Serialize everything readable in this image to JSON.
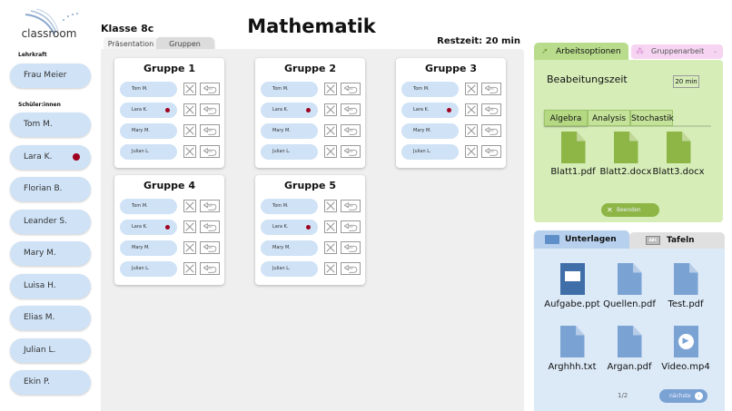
{
  "app": {
    "logo_text": "classroom",
    "class_name": "Klasse 8c",
    "subject": "Mathematik",
    "remaining_time": "Restzeit: 20 min"
  },
  "sidebar": {
    "teacher_label": "Lehrkraft",
    "teacher": "Frau Meier",
    "students_label": "Schüler:innen",
    "students": [
      {
        "name": "Tom M.",
        "alert": false
      },
      {
        "name": "Lara K.",
        "alert": true
      },
      {
        "name": "Florian B.",
        "alert": false
      },
      {
        "name": "Leander S.",
        "alert": false
      },
      {
        "name": "Mary M.",
        "alert": false
      },
      {
        "name": "Luisa H.",
        "alert": false
      },
      {
        "name": "Elias M.",
        "alert": false
      },
      {
        "name": "Julian L.",
        "alert": false
      },
      {
        "name": "Ekin P.",
        "alert": false
      }
    ]
  },
  "main_tabs": [
    "Präsentation",
    "Gruppen"
  ],
  "groups": [
    {
      "title": "Gruppe 1",
      "members": [
        "Tom M.",
        "Lara K.",
        "Mary M.",
        "Julian L."
      ]
    },
    {
      "title": "Gruppe 2",
      "members": [
        "Tom M.",
        "Lara K.",
        "Mary M.",
        "Julian L."
      ]
    },
    {
      "title": "Gruppe 3",
      "members": [
        "Tom M.",
        "Lara K.",
        "Mary M.",
        "Julian L."
      ]
    },
    {
      "title": "Gruppe 4",
      "members": [
        "Tom M.",
        "Lara K.",
        "Mary M.",
        "Julian L."
      ]
    },
    {
      "title": "Gruppe 5",
      "members": [
        "Tom M.",
        "Lara K.",
        "Mary M.",
        "Julian L."
      ]
    }
  ],
  "alert_member": "Lara K.",
  "options": {
    "tab": "Arbeitsoptionen",
    "mode": "Gruppenarbeit",
    "time_label": "Beabeitungszeit",
    "time_value": "20 min",
    "subtabs": [
      "Algebra",
      "Analysis",
      "Stochastik"
    ],
    "files": [
      "Blatt1.pdf",
      "Blatt2.docx",
      "Blatt3.docx"
    ],
    "end_button": "Beenden"
  },
  "materials": {
    "tabs": [
      "Unterlagen",
      "Tafeln"
    ],
    "files": [
      "Aufgabe.ppt",
      "Quellen.pdf",
      "Test.pdf",
      "Arghhh.txt",
      "Argan.pdf",
      "Video.mp4"
    ],
    "page": "1/2",
    "next_button": "nächste"
  },
  "colors": {
    "pill": "#cfe2f6",
    "alert": "#a00020",
    "green_panel": "#d6edb8",
    "green_icon": "#8db646",
    "blue_panel": "#dce9f7",
    "blue_icon": "#7aa3d4"
  }
}
